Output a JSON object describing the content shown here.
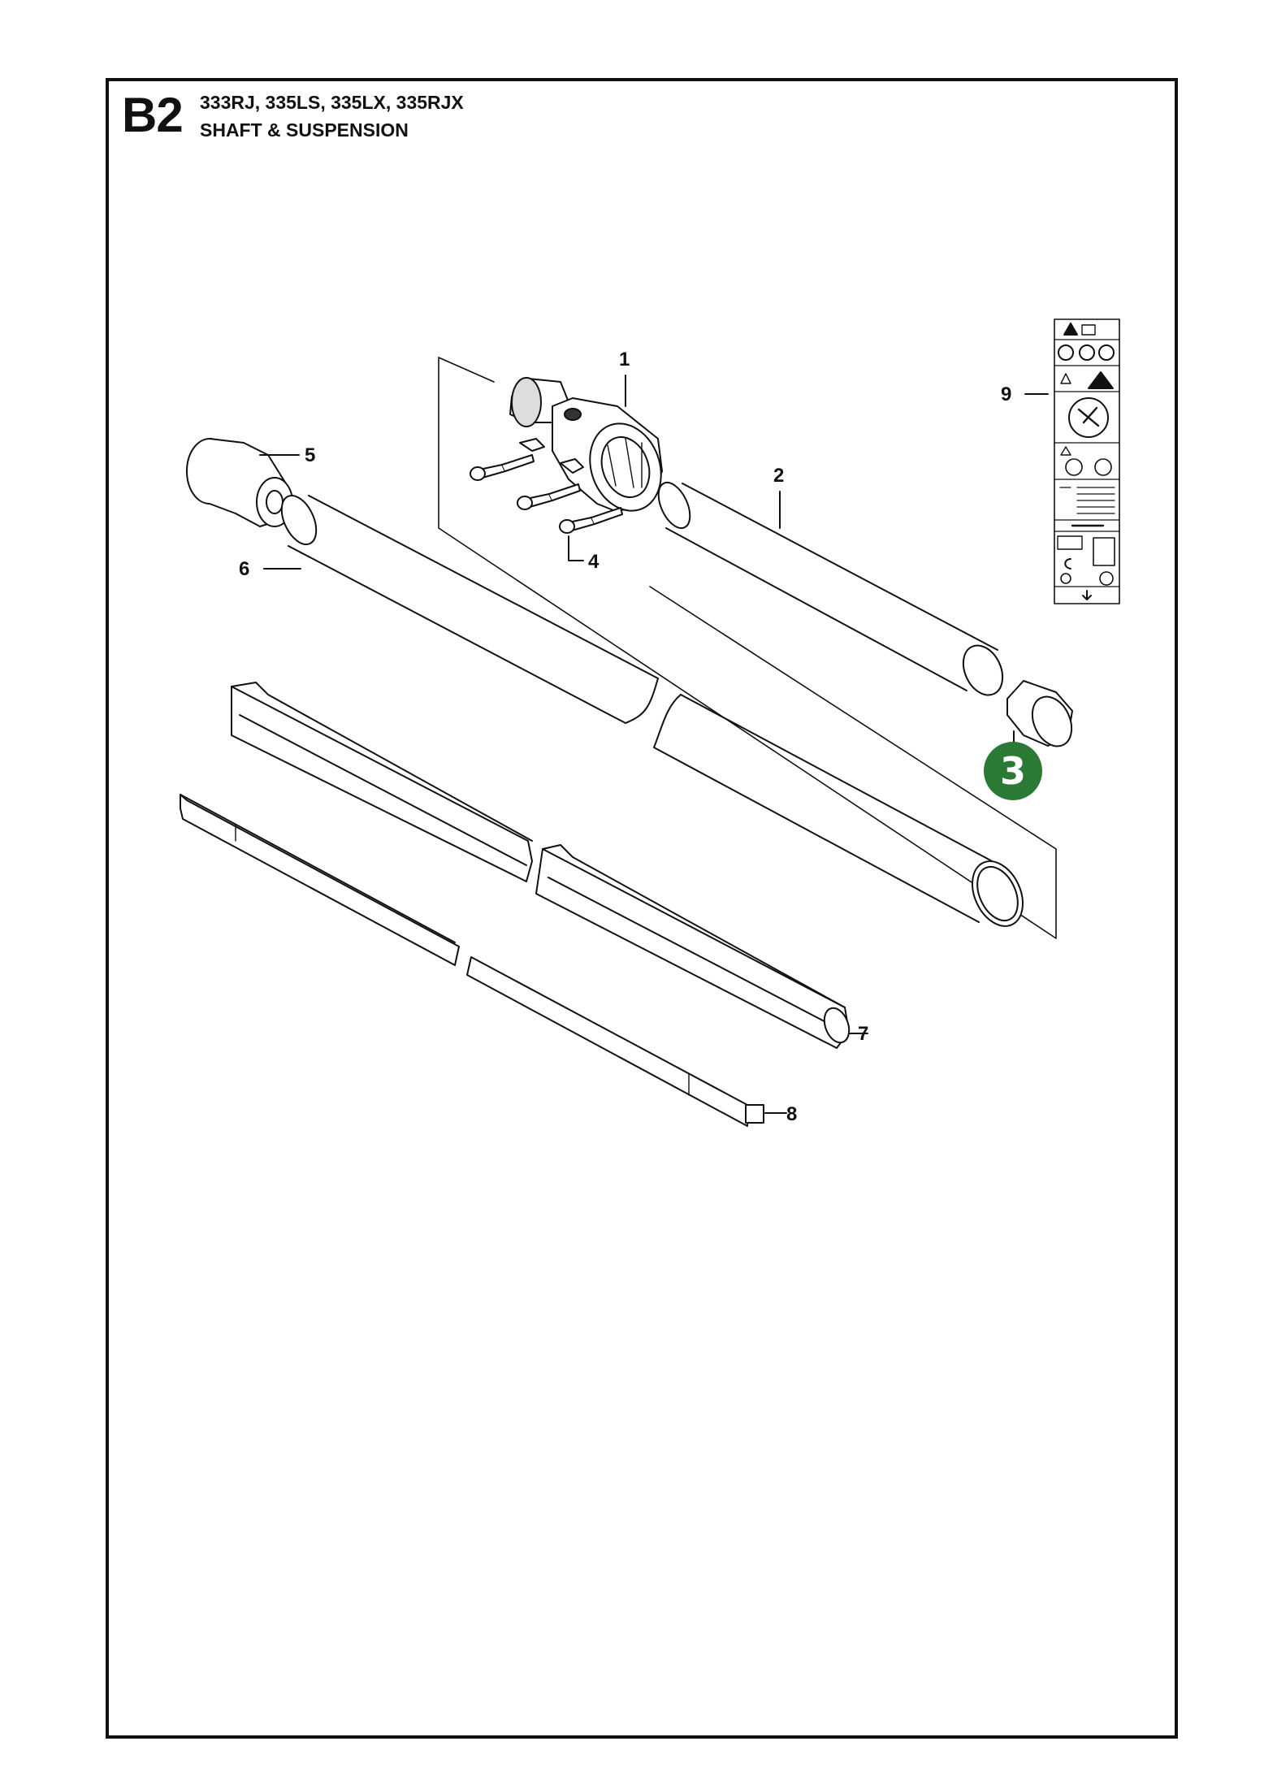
{
  "header": {
    "section_code": "B2",
    "models": "333RJ, 335LS, 335LX, 335RJX",
    "title": "SHAFT & SUSPENSION"
  },
  "callouts": [
    {
      "id": "callout-1",
      "label": "1"
    },
    {
      "id": "callout-2",
      "label": "2"
    },
    {
      "id": "callout-4",
      "label": "4"
    },
    {
      "id": "callout-5",
      "label": "5"
    },
    {
      "id": "callout-6",
      "label": "6"
    },
    {
      "id": "callout-7",
      "label": "7"
    },
    {
      "id": "callout-8",
      "label": "8"
    },
    {
      "id": "callout-9",
      "label": "9"
    }
  ],
  "highlight": {
    "label": "3",
    "color": "#2a7a35"
  },
  "colors": {
    "line": "#111111",
    "background": "#ffffff"
  }
}
